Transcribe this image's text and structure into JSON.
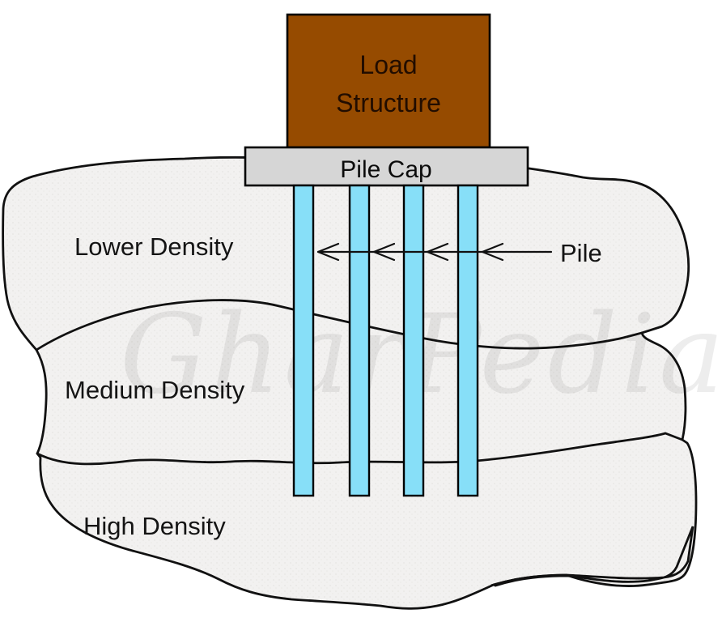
{
  "diagram": {
    "type": "pile-foundation-cross-section",
    "load_block": {
      "line1": "Load",
      "line2": "Structure"
    },
    "pile_cap": {
      "label": "Pile Cap"
    },
    "piles": {
      "label": "Pile",
      "count": 4
    },
    "soil_layers": [
      {
        "name": "Lower Density"
      },
      {
        "name": "Medium Density"
      },
      {
        "name": "High Density"
      }
    ],
    "watermark": "GharPedia",
    "colors": {
      "load_block_fill": "#964B00",
      "pile_cap_fill": "#D6D6D6",
      "pile_fill": "#87DFF8",
      "soil_fill": "#F2F1F0",
      "outline": "#111111"
    }
  }
}
